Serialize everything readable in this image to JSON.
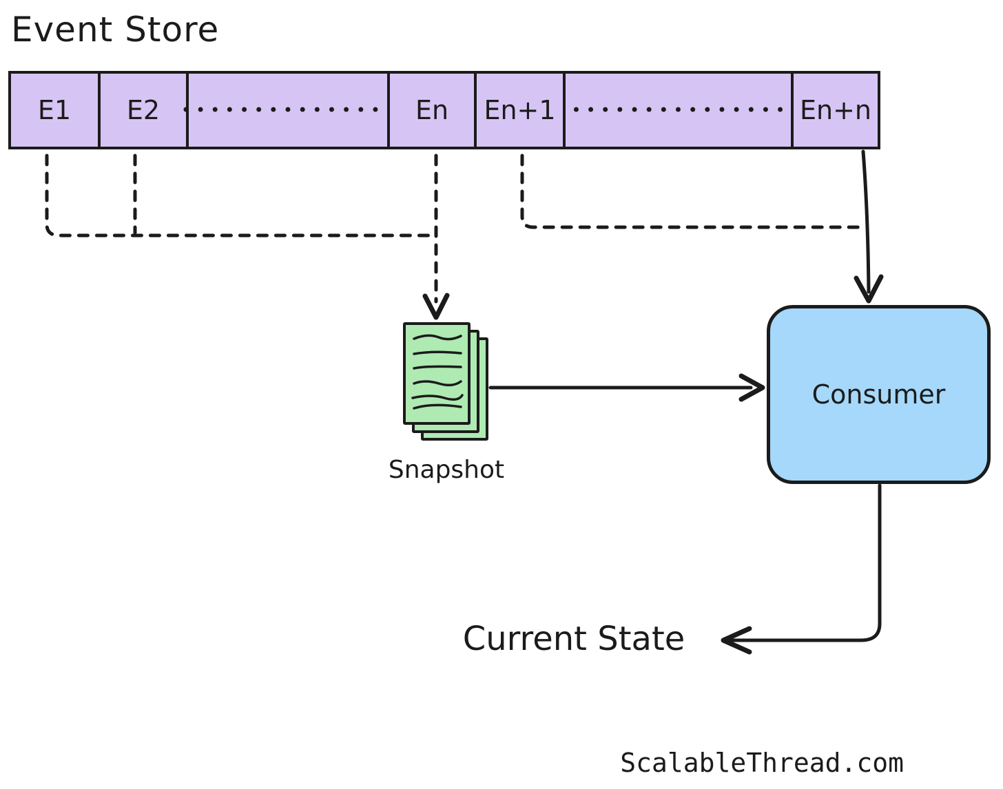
{
  "title": "Event Store",
  "event_store": {
    "cells": [
      {
        "id": "e1",
        "label": "E1"
      },
      {
        "id": "e2",
        "label": "E2"
      },
      {
        "id": "gap1",
        "label": "•••••••••••••••"
      },
      {
        "id": "en",
        "label": "En"
      },
      {
        "id": "en1",
        "label": "En+1"
      },
      {
        "id": "gap2",
        "label": "•••••••••••••••"
      },
      {
        "id": "enn",
        "label": "En+n"
      }
    ]
  },
  "snapshot": {
    "label": "Snapshot"
  },
  "consumer": {
    "label": "Consumer"
  },
  "output": {
    "label": "Current State"
  },
  "watermark": "ScalableThread.com",
  "colors": {
    "ink": "#1b1b1b",
    "event_fill": "#d6c5f4",
    "snapshot_fill": "#aeeab2",
    "consumer_fill": "#a5d8fa",
    "background": "#ffffff"
  }
}
